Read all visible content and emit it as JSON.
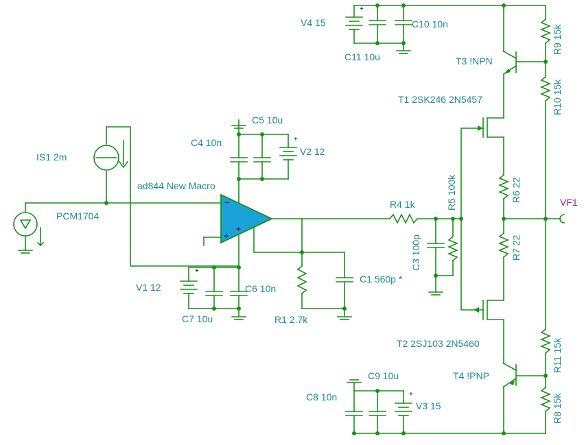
{
  "schematic": {
    "title": "",
    "wire_color": "#1a8f1a",
    "label_color": "#1f8a8a",
    "probe_color": "#8a2aa0",
    "opamp_fill": "#1aa3d9",
    "components": {
      "is1": "IS1 2m",
      "pcm": "PCM1704",
      "opamp": "ad844 New Macro",
      "c5": "C5 10u",
      "c4": "C4 10n",
      "v2": "V2 12",
      "v1": "V1 12",
      "c7": "C7 10u",
      "c6": "C6 10n",
      "r1": "R1 2.7k",
      "c1": "C1 560p *",
      "r4": "R4 1k",
      "r5": "R5 100k",
      "c3": "C3 100p",
      "v4": "V4 15",
      "c11": "C11 10u",
      "c10": "C10 10n",
      "t3": "T3 !NPN",
      "t1": "T1 2SK246 2N5457",
      "r6": "R6 22",
      "r7": "R7 22",
      "t2": "T2 2SJ103 2N5460",
      "t4": "T4 !PNP",
      "c9": "C9 10u",
      "c8": "C8 10n",
      "v3": "V3 15",
      "r9": "R9 15k",
      "r10": "R10 15k",
      "r11": "R11 15k",
      "r8": "R8 15k",
      "vf1": "VF1"
    }
  }
}
